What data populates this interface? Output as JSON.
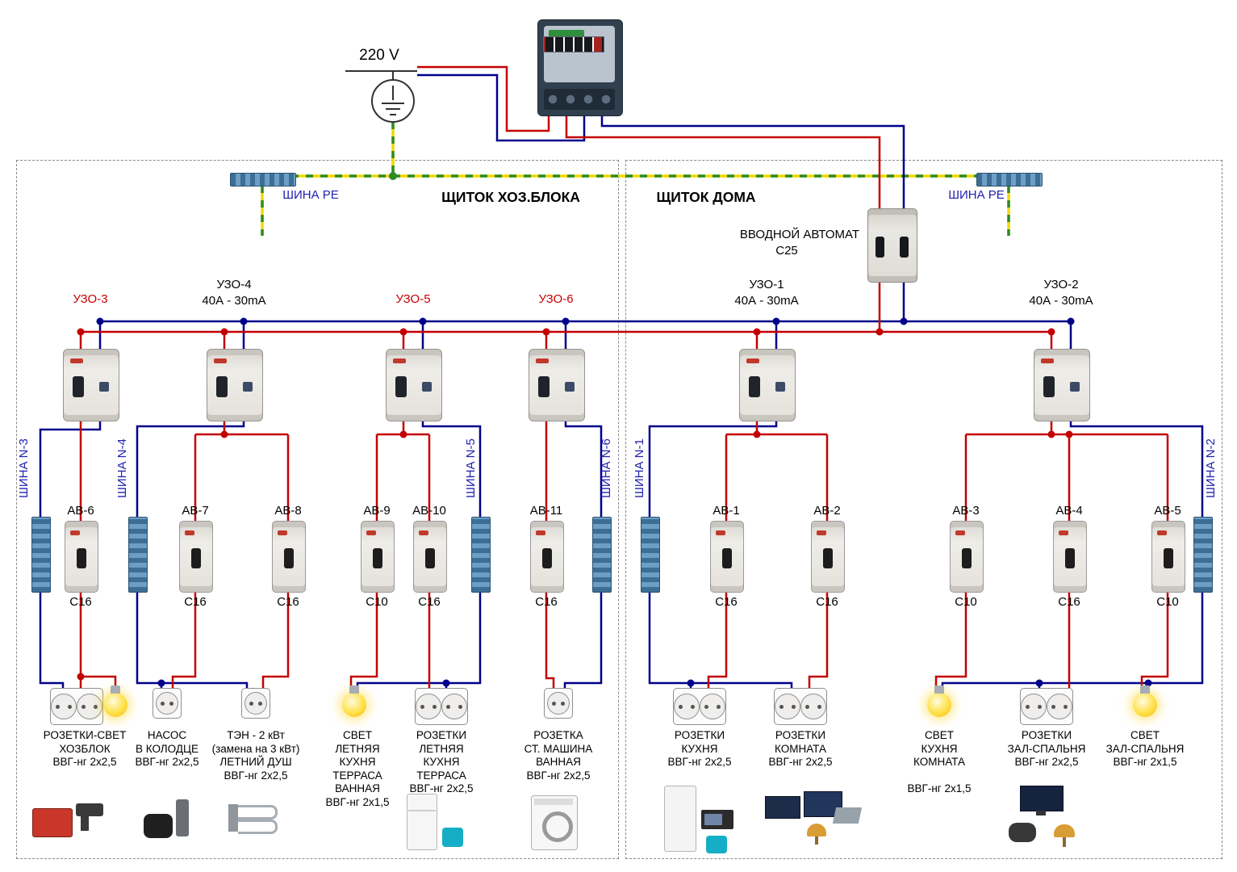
{
  "colors": {
    "phase": "#c40000",
    "neutral": "#00008b",
    "pe_yellow": "#f2d800",
    "pe_green": "#2e8b22"
  },
  "supply": {
    "voltage": "220 V"
  },
  "left_panel": {
    "title": "ЩИТОК ХОЗ.БЛОКА",
    "pe_label": "ШИНА PE",
    "rcds": [
      {
        "id": "УЗО-3"
      },
      {
        "id": "УЗО-4",
        "rating": "40А - 30mA"
      },
      {
        "id": "УЗО-5"
      },
      {
        "id": "УЗО-6"
      }
    ],
    "n_buses": [
      "ШИНА N-3",
      "ШИНА N-4",
      "ШИНА N-5",
      "ШИНА N-6"
    ],
    "breakers": [
      {
        "id": "АВ-6",
        "rating": "C16"
      },
      {
        "id": "АВ-7",
        "rating": "C16"
      },
      {
        "id": "АВ-8",
        "rating": "C16"
      },
      {
        "id": "АВ-9",
        "rating": "C10"
      },
      {
        "id": "АВ-10",
        "rating": "C16"
      },
      {
        "id": "АВ-11",
        "rating": "C16"
      }
    ],
    "loads": [
      {
        "label": "РОЗЕТКИ-СВЕТ\nХОЗБЛОК\nВВГ-нг 2х2,5",
        "icons": [
          "double-socket",
          "lamp"
        ]
      },
      {
        "label": "НАСОС\nВ КОЛОДЦЕ\nВВГ-нг 2х2,5",
        "icons": [
          "socket"
        ]
      },
      {
        "label": "ТЭН - 2 кВт\n(замена на 3 кВт)\nЛЕТНИЙ ДУШ\nВВГ-нг 2х2,5",
        "icons": [
          "socket"
        ]
      },
      {
        "label": "СВЕТ\nЛЕТНЯЯ\nКУХНЯ\nТЕРРАСА\nВАННАЯ\nВВГ-нг 2х1,5",
        "icons": [
          "lamp"
        ]
      },
      {
        "label": "РОЗЕТКИ\nЛЕТНЯЯ\nКУХНЯ\nТЕРРАСА\nВВГ-нг 2х2,5",
        "icons": [
          "double-socket"
        ]
      },
      {
        "label": "РОЗЕТКА\nСТ. МАШИНА\nВАННАЯ\nВВГ-нг 2х2,5",
        "icons": [
          "socket"
        ]
      }
    ]
  },
  "right_panel": {
    "title": "ЩИТОК ДОМА",
    "pe_label": "ШИНА PE",
    "main_breaker": {
      "label": "ВВОДНОЙ АВТОМАТ",
      "rating": "С25"
    },
    "rcds": [
      {
        "id": "УЗО-1",
        "rating": "40А - 30mA"
      },
      {
        "id": "УЗО-2",
        "rating": "40А - 30mA"
      }
    ],
    "n_buses": [
      "ШИНА N-1",
      "ШИНА N-2"
    ],
    "breakers": [
      {
        "id": "АВ-1",
        "rating": "C16"
      },
      {
        "id": "АВ-2",
        "rating": "C16"
      },
      {
        "id": "АВ-3",
        "rating": "C10"
      },
      {
        "id": "АВ-4",
        "rating": "C16"
      },
      {
        "id": "АВ-5",
        "rating": "C10"
      }
    ],
    "loads": [
      {
        "label": "РОЗЕТКИ\nКУХНЯ\nВВГ-нг 2х2,5",
        "icons": [
          "double-socket"
        ]
      },
      {
        "label": "РОЗЕТКИ\nКОМНАТА\nВВГ-нг 2х2,5",
        "icons": [
          "double-socket"
        ]
      },
      {
        "label": "СВЕТ\nКУХНЯ\nКОМНАТА\n\nВВГ-нг 2х1,5",
        "icons": [
          "lamp"
        ]
      },
      {
        "label": "РОЗЕТКИ\nЗАЛ-СПАЛЬНЯ\nВВГ-нг 2х2,5",
        "icons": [
          "double-socket"
        ]
      },
      {
        "label": "СВЕТ\nЗАЛ-СПАЛЬНЯ\nВВГ-нг 2х1,5",
        "icons": [
          "lamp"
        ]
      }
    ]
  }
}
